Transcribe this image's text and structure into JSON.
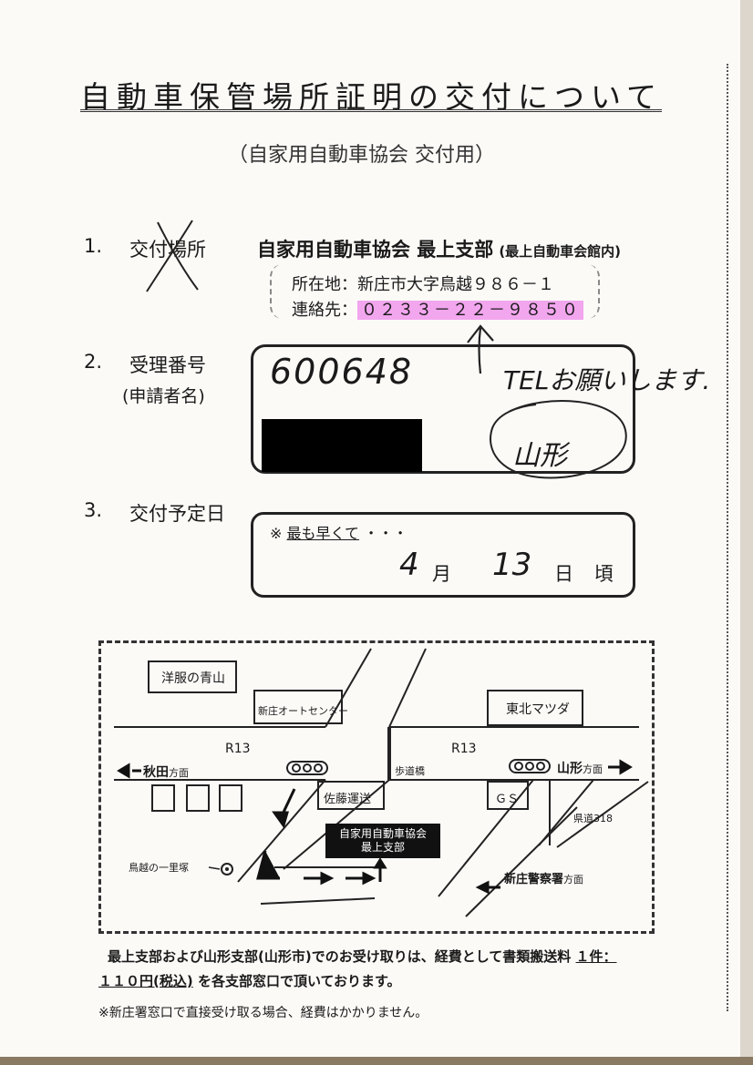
{
  "header": {
    "title": "自動車保管場所証明の交付について",
    "subtitle": "（自家用自動車協会 交付用）"
  },
  "section1": {
    "number": "1.",
    "label": "交付場所",
    "branch_name": "自家用自動車協会 最上支部",
    "branch_note": "(最上自動車会館内)",
    "address": "所在地：新庄市大字鳥越９８６－１",
    "contact_label": "連絡先：",
    "phone": "０２３３－２２－９８５０"
  },
  "section2": {
    "number": "2.",
    "label": "受理番号",
    "label_sub": "(申請者名)",
    "receipt_number": "600648",
    "handwritten_note": "TELお願いします.",
    "stamp_text": "山形"
  },
  "section3": {
    "number": "3.",
    "label": "交付予定日",
    "note_prefix": "※",
    "note": "最も早くて",
    "note_suffix": "・・・",
    "month": "4",
    "month_unit": "月",
    "day": "13",
    "day_unit": "日",
    "approx": "頃"
  },
  "map": {
    "shop_aoyama": "洋服の青山",
    "shop_auto": "新庄オートセンター",
    "shop_mazda": "東北マツダ",
    "road_left": "R13",
    "road_right": "R13",
    "dir_akita": "秋田",
    "dir_akita_suffix": "方面",
    "dir_yamagata": "山形",
    "dir_yamagata_suffix": "方面",
    "footbridge": "歩道橋",
    "sato": "佐藤運送",
    "gs": "ＧＳ",
    "prefroad": "県道318",
    "office_line1": "自家用自動車協会",
    "office_line2": "最上支部",
    "ichirizuka": "鳥越の一里塚",
    "police": "新庄警察署",
    "police_suffix": "方面"
  },
  "footer": {
    "line1_a": "最上支部および山形支部(山形市)でのお受け取りは、経費として書類搬送料",
    "line1_b": "１件：",
    "line2_a": "１１０円(税込)",
    "line2_b": "を各支部窓口で頂いております。",
    "line3": "※新庄署窓口で直接受け取る場合、経費はかかりません。"
  }
}
